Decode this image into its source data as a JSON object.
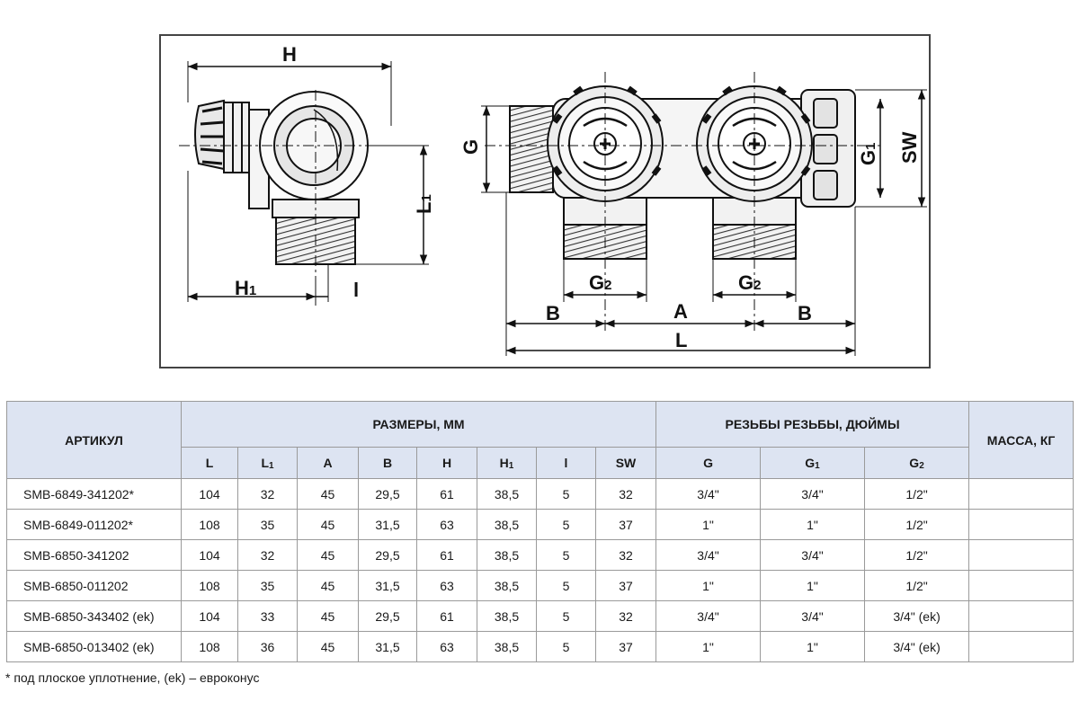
{
  "drawing": {
    "left_view": {
      "H": "H",
      "H1": "H",
      "H1_sub": "1",
      "L1": "L",
      "L1_sub": "1",
      "l": "l"
    },
    "right_view": {
      "G": "G",
      "G1": "G",
      "G1_sub": "1",
      "SW": "SW",
      "G2": "G",
      "G2_sub": "2",
      "B": "B",
      "A": "A",
      "L": "L"
    }
  },
  "table": {
    "col_article": "АРТИКУЛ",
    "group_dimensions": "РАЗМЕРЫ, ММ",
    "group_threads": "РЕЗЬБЫ РЕЗЬБЫ, ДЮЙМЫ",
    "col_mass": "МАССА, КГ",
    "sub": {
      "L": "L",
      "L1": "L",
      "L1s": "1",
      "A": "A",
      "B": "B",
      "H": "H",
      "H1": "H",
      "H1s": "1",
      "l": "l",
      "SW": "SW",
      "G": "G",
      "G1": "G",
      "G1s": "1",
      "G2": "G",
      "G2s": "2"
    },
    "rows": [
      {
        "article": "SMB-6849-341202*",
        "L": "104",
        "L1": "32",
        "A": "45",
        "B": "29,5",
        "H": "61",
        "H1": "38,5",
        "l": "5",
        "SW": "32",
        "G": "3/4\"",
        "G1": "3/4\"",
        "G2": "1/2\"",
        "mass": ""
      },
      {
        "article": "SMB-6849-011202*",
        "L": "108",
        "L1": "35",
        "A": "45",
        "B": "31,5",
        "H": "63",
        "H1": "38,5",
        "l": "5",
        "SW": "37",
        "G": "1\"",
        "G1": "1\"",
        "G2": "1/2\"",
        "mass": ""
      },
      {
        "article": "SMB-6850-341202",
        "L": "104",
        "L1": "32",
        "A": "45",
        "B": "29,5",
        "H": "61",
        "H1": "38,5",
        "l": "5",
        "SW": "32",
        "G": "3/4\"",
        "G1": "3/4\"",
        "G2": "1/2\"",
        "mass": ""
      },
      {
        "article": "SMB-6850-011202",
        "L": "108",
        "L1": "35",
        "A": "45",
        "B": "31,5",
        "H": "63",
        "H1": "38,5",
        "l": "5",
        "SW": "37",
        "G": "1\"",
        "G1": "1\"",
        "G2": "1/2\"",
        "mass": ""
      },
      {
        "article": "SMB-6850-343402 (ek)",
        "L": "104",
        "L1": "33",
        "A": "45",
        "B": "29,5",
        "H": "61",
        "H1": "38,5",
        "l": "5",
        "SW": "32",
        "G": "3/4\"",
        "G1": "3/4\"",
        "G2": "3/4\" (ek)",
        "mass": ""
      },
      {
        "article": "SMB-6850-013402 (ek)",
        "L": "108",
        "L1": "36",
        "A": "45",
        "B": "31,5",
        "H": "63",
        "H1": "38,5",
        "l": "5",
        "SW": "37",
        "G": "1\"",
        "G1": "1\"",
        "G2": "3/4\" (ek)",
        "mass": ""
      }
    ]
  },
  "note": "* под плоское уплотнение, (ek) – евроконус"
}
